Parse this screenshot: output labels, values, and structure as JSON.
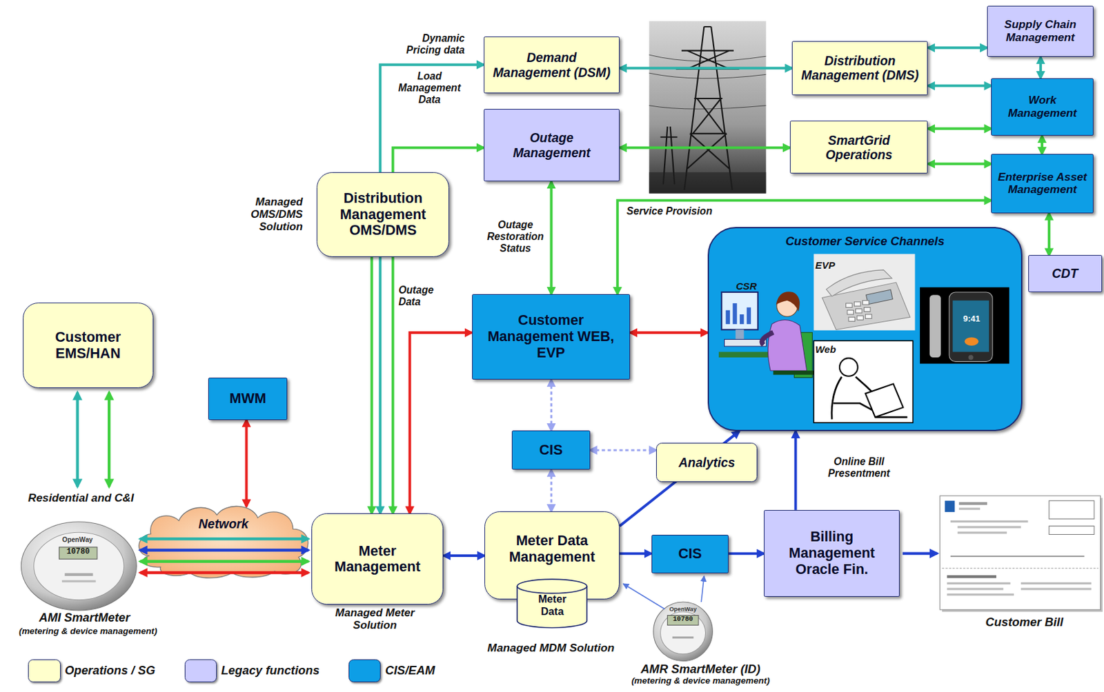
{
  "diagram": {
    "nodes": [
      {
        "text": [
          "Demand Management (DSM)"
        ]
      },
      {
        "text": [
          "Distribution Management (DMS)"
        ]
      },
      {
        "text": [
          "Supply Chain Management"
        ]
      },
      {
        "text": [
          "Outage Management"
        ]
      },
      {
        "text": [
          "SmartGrid Operations"
        ]
      },
      {
        "text": [
          "Work Management"
        ]
      },
      {
        "text": [
          "Enterprise Asset Management"
        ]
      },
      {
        "text": [
          "Distribution Management OMS/DMS"
        ]
      },
      {
        "text": [
          "CDT"
        ]
      },
      {
        "text": [
          "Customer Service Channels"
        ]
      },
      {
        "text": [
          "Customer Management WEB, EVP"
        ]
      },
      {
        "text": [
          "Customer EMS/HAN"
        ]
      },
      {
        "text": [
          "MWM"
        ]
      },
      {
        "text": [
          "CIS"
        ]
      },
      {
        "text": [
          "Analytics"
        ]
      },
      {
        "text": [
          "Network"
        ]
      },
      {
        "text": [
          "Meter Management"
        ]
      },
      {
        "text": [
          "Meter Data Management"
        ]
      },
      {
        "text": [
          "Meter Data"
        ],
        "in": 17
      },
      {
        "text": [
          "CIS"
        ]
      },
      {
        "text": [
          "Billing Management Oracle Fin."
        ]
      }
    ],
    "edges": [
      {
        "from": 16,
        "to": 0,
        "arrow": "both",
        "label": "Dynamic Pricing data"
      },
      {
        "from": 7,
        "to": 16,
        "arrow": "to"
      },
      {
        "from": 16,
        "to": 3,
        "arrow": "both",
        "label": "Outage Data"
      },
      {
        "from": 16,
        "to": 10,
        "arrow": "both"
      },
      {
        "from": 0,
        "to": 1,
        "arrow": "both"
      },
      {
        "from": 3,
        "to": 4,
        "arrow": "both"
      },
      {
        "from": 1,
        "to": 2,
        "arrow": "both"
      },
      {
        "from": 1,
        "to": 5,
        "arrow": "both"
      },
      {
        "from": 4,
        "to": 5,
        "arrow": "both"
      },
      {
        "from": 4,
        "to": 6,
        "arrow": "both"
      },
      {
        "from": 2,
        "to": 5,
        "arrow": "both"
      },
      {
        "from": 5,
        "to": 6,
        "arrow": "both"
      },
      {
        "from": 6,
        "to": 8,
        "arrow": "both"
      },
      {
        "from": 6,
        "to": 10,
        "arrow": "both",
        "label": "Service Provision"
      },
      {
        "from": 3,
        "to": 10,
        "arrow": "both",
        "label": "Outage Restoration Status"
      },
      {
        "from": 10,
        "to": 9,
        "arrow": "both"
      },
      {
        "from": 10,
        "to": 13,
        "arrow": "both"
      },
      {
        "from": 13,
        "to": 17,
        "arrow": "both"
      },
      {
        "from": 13,
        "to": 14,
        "arrow": "both"
      },
      {
        "from": 17,
        "to": 9,
        "arrow": "to"
      },
      {
        "from": 20,
        "to": 9,
        "arrow": "to",
        "label": "Online Bill Presentment"
      },
      {
        "from": 16,
        "to": 17,
        "arrow": "both"
      },
      {
        "from": 17,
        "to": 19,
        "arrow": "to"
      },
      {
        "from": 19,
        "to": 20,
        "arrow": "to"
      },
      {
        "from": 12,
        "to": 15,
        "arrow": "both"
      }
    ],
    "labels": [
      "Load Management Data",
      "Managed OMS/DMS Solution",
      "Residential and C&I",
      "OpenWay",
      "10780",
      "AMI SmartMeter",
      "(metering & device management)",
      "Managed Meter Solution",
      "Managed MDM Solution",
      "OpenWay",
      "10780",
      "AMR SmartMeter (ID)",
      "(metering & device management)",
      "Customer Bill",
      "CSR",
      "EVP",
      "Web",
      "9:41"
    ],
    "legend": [
      {
        "text": "Operations / SG",
        "color": "#ffffcc"
      },
      {
        "text": "Legacy functions",
        "color": "#ccccff"
      },
      {
        "text": "CIS/EAM",
        "color": "#0d9ee6"
      }
    ]
  }
}
